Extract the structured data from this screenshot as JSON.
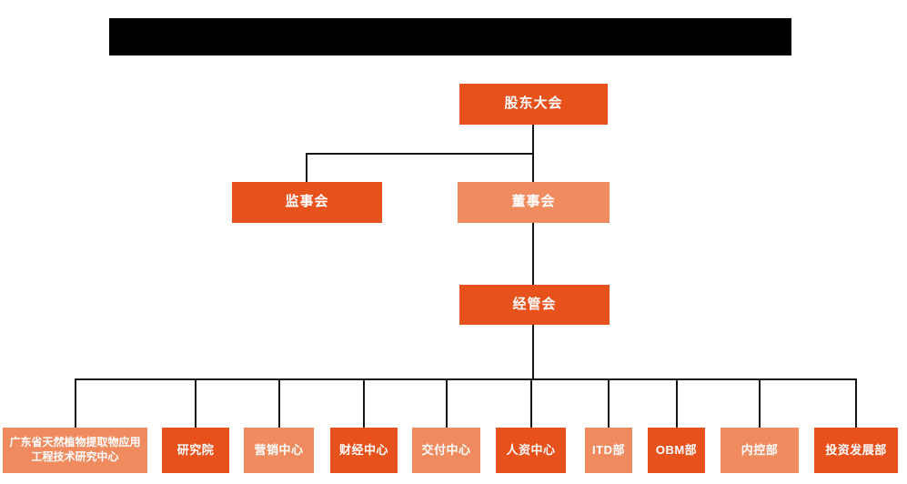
{
  "colors": {
    "primary_orange": "#E7511C",
    "secondary_salmon": "#F08B60",
    "connector": "#161616",
    "label_text": "#FFFFFF",
    "title_bar": "#000000"
  },
  "org": {
    "level1": {
      "label": "股东大会",
      "variant": "primary"
    },
    "level2": [
      {
        "label": "监事会",
        "variant": "primary"
      },
      {
        "label": "董事会",
        "variant": "secondary"
      }
    ],
    "level3": {
      "label": "经管会",
      "variant": "primary"
    },
    "departments": [
      {
        "label": "广东省天然植物提取物应用工程技术研究中心",
        "variant": "secondary"
      },
      {
        "label": "研究院",
        "variant": "primary"
      },
      {
        "label": "营销中心",
        "variant": "secondary"
      },
      {
        "label": "财经中心",
        "variant": "primary"
      },
      {
        "label": "交付中心",
        "variant": "secondary"
      },
      {
        "label": "人资中心",
        "variant": "primary"
      },
      {
        "label": "ITD部",
        "variant": "secondary"
      },
      {
        "label": "OBM部",
        "variant": "primary"
      },
      {
        "label": "内控部",
        "variant": "secondary"
      },
      {
        "label": "投资发展部",
        "variant": "primary"
      }
    ]
  }
}
